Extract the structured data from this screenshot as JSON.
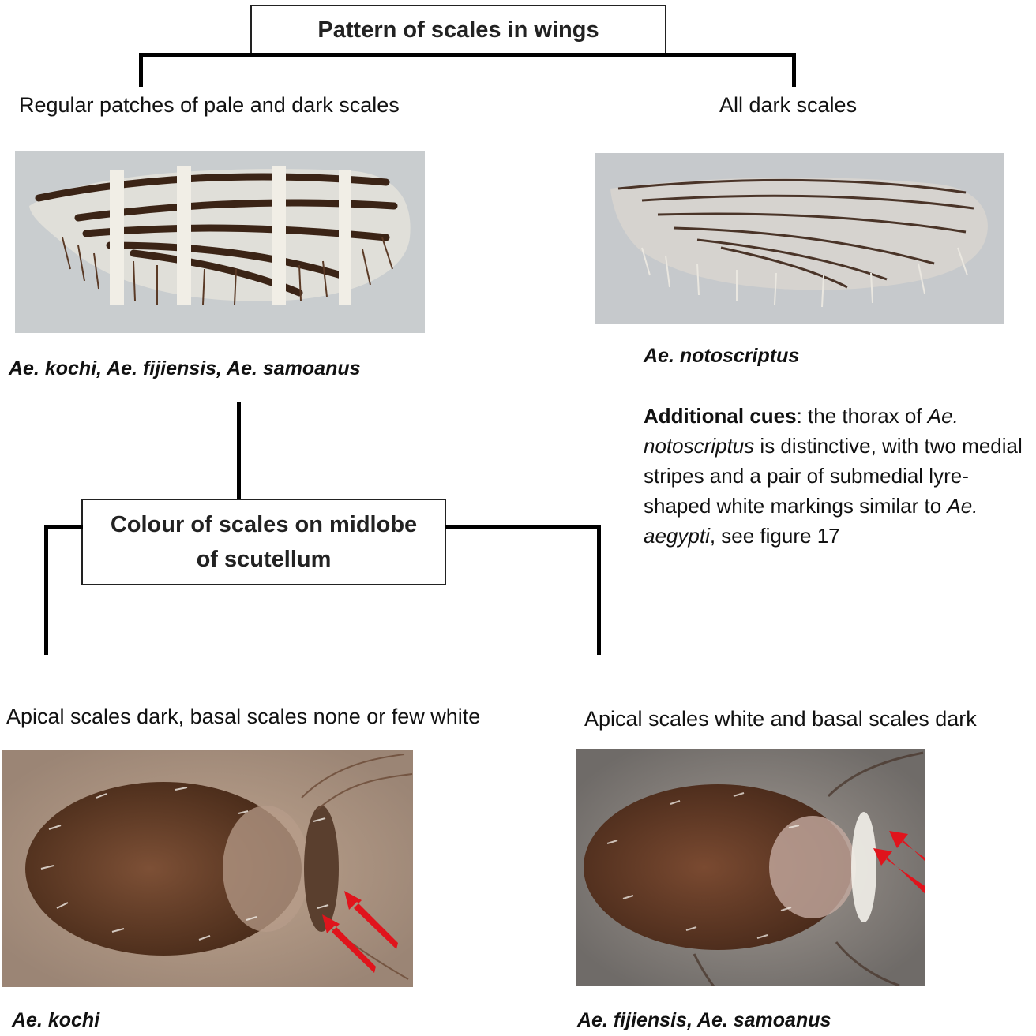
{
  "top_box": {
    "label": "Pattern of scales in wings"
  },
  "branch_left": {
    "label": "Regular patches of pale and dark scales"
  },
  "branch_right": {
    "label": "All dark scales"
  },
  "wing_left": {
    "image": "wing-banded-image",
    "species": "Ae. kochi, Ae. fijiensis, Ae. samoanus"
  },
  "wing_right": {
    "image": "wing-dark-image",
    "species": "Ae. notoscriptus"
  },
  "cues": {
    "heading": "Additional cues",
    "part1": ": the thorax of ",
    "species1": "Ae. notoscriptus",
    "part2": " is distinctive, with two medial stripes and a pair of submedial lyre-shaped white markings similar to ",
    "species2": "Ae. aegypti",
    "part3": ", see figure 17"
  },
  "mid_box": {
    "line1": "Colour of scales on midlobe",
    "line2": "of scutellum"
  },
  "leaf_left": {
    "label": "Apical scales dark, basal scales none or few white",
    "species": "Ae. kochi"
  },
  "leaf_right": {
    "label": "Apical scales white and basal scales dark",
    "species": "Ae. fijiensis, Ae. samoanus"
  },
  "colors": {
    "arrow": "#e0141c",
    "line": "#000000",
    "photo_bg": "#c9cdcf"
  }
}
